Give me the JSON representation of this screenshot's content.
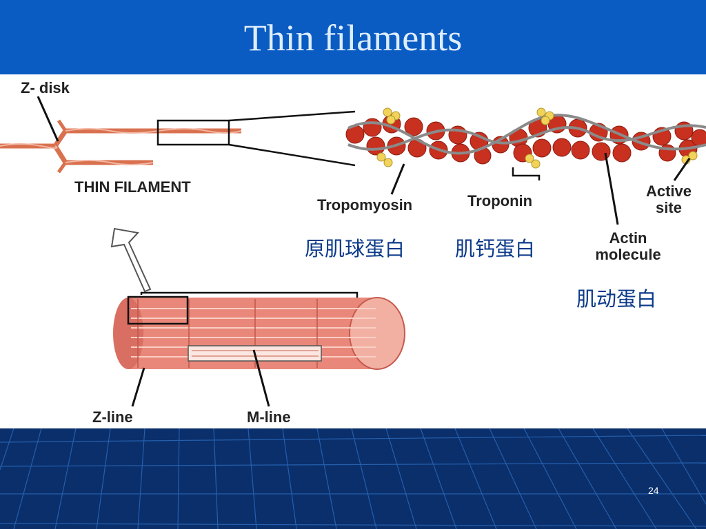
{
  "slide": {
    "title": "Thin filaments",
    "page_number": "24"
  },
  "diagram": {
    "labels": {
      "z_disk": "Z- disk",
      "thin_filament": "THIN FILAMENT",
      "tropomyosin": "Tropomyosin",
      "troponin": "Troponin",
      "active_site_line1": "Active",
      "active_site_line2": "site",
      "actin_line1": "Actin",
      "actin_line2": "molecule",
      "z_line": "Z-line",
      "m_line": "M-line"
    },
    "chinese": {
      "tropomyosin": "原肌球蛋白",
      "troponin": "肌钙蛋白",
      "actin": "肌动蛋白"
    },
    "colors": {
      "header_blue": "#0b5cc2",
      "footer_navy": "#0a2f6b",
      "actin_red": "#c8301f",
      "troponin_yellow": "#f2d35a",
      "muscle_pink": "#e8877a"
    }
  }
}
